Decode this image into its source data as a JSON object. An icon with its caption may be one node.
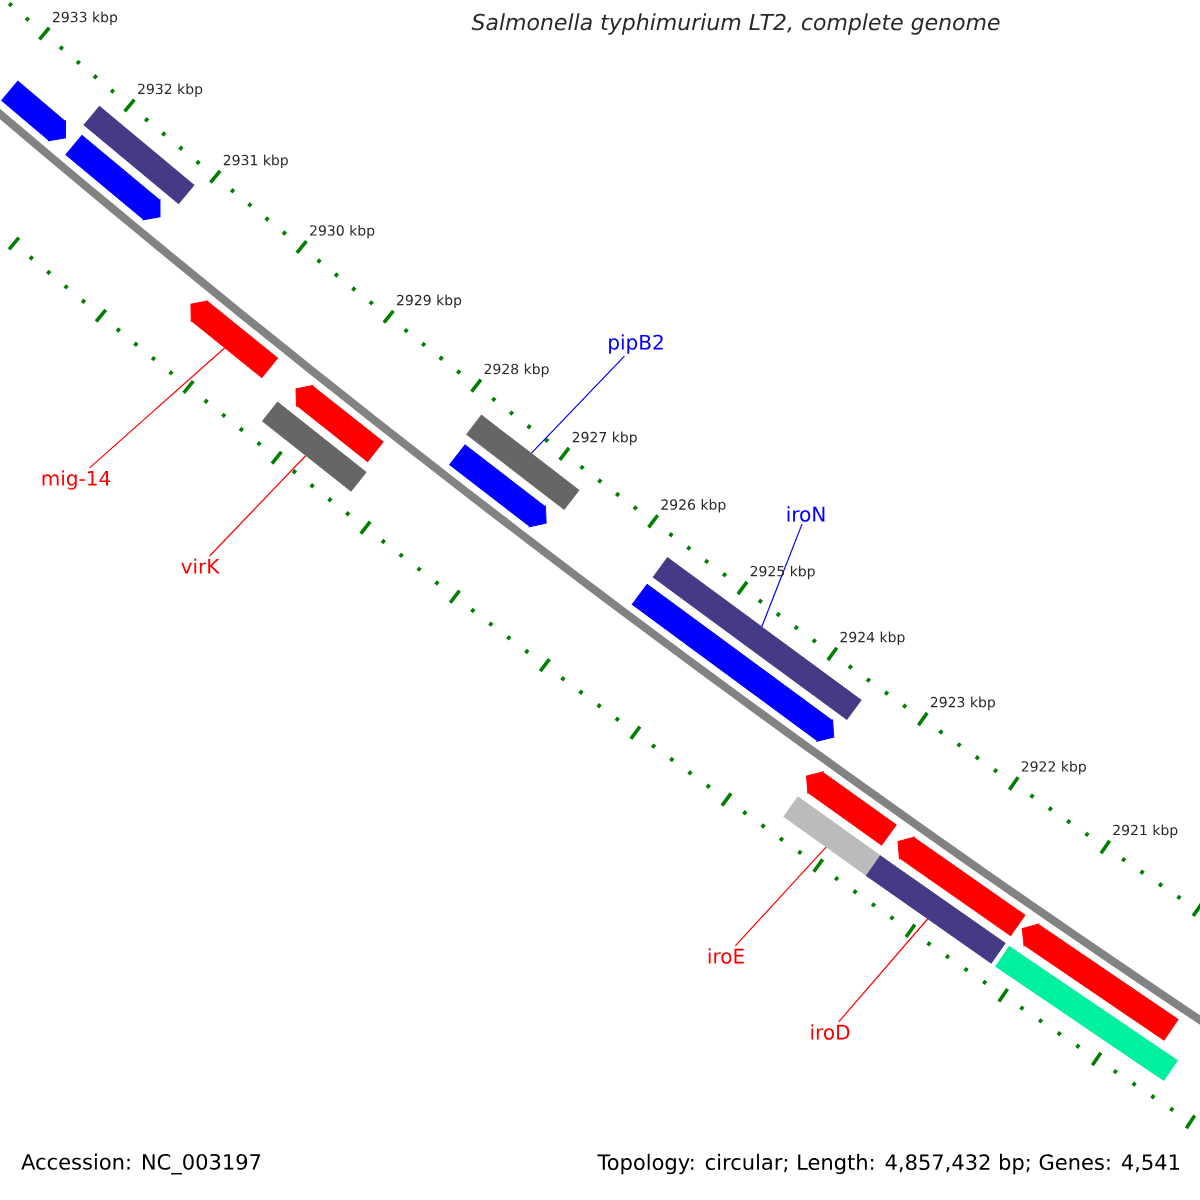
{
  "diagram": {
    "title": "Salmonella typhimurium LT2, complete genome",
    "nodes": [
      {
        "text": [],
        "shape": "arrow"
      },
      {
        "text": [],
        "shape": "bar"
      },
      {
        "text": [],
        "shape": "arrow"
      },
      {
        "text": [],
        "shape": "arrow"
      },
      {
        "text": [],
        "shape": "arrow"
      },
      {
        "text": [],
        "shape": "bar"
      },
      {
        "text": [],
        "shape": "bar"
      },
      {
        "text": [],
        "shape": "arrow"
      },
      {
        "text": [],
        "shape": "bar"
      },
      {
        "text": [],
        "shape": "arrow"
      },
      {
        "text": [],
        "shape": "arrow"
      },
      {
        "text": [],
        "shape": "bar"
      },
      {
        "text": [],
        "shape": "bar"
      },
      {
        "text": [],
        "shape": "arrow"
      },
      {
        "text": [],
        "shape": "arrow"
      },
      {
        "text": [],
        "shape": "bar"
      },
      {
        "text": [
          "pipB2"
        ]
      },
      {
        "text": [
          "mig-14"
        ]
      },
      {
        "text": [
          "virK"
        ]
      },
      {
        "text": [
          "iroN"
        ]
      },
      {
        "text": [
          "iroE"
        ]
      },
      {
        "text": [
          "iroD"
        ]
      }
    ],
    "edges": [
      {
        "from": 16,
        "to": 6,
        "arrow": "none",
        "color": "#0000ff"
      },
      {
        "from": 17,
        "to": 3,
        "arrow": "none"
      },
      {
        "from": 18,
        "to": 5,
        "arrow": "none"
      },
      {
        "from": 19,
        "to": 8,
        "arrow": "none",
        "color": "#0000ff"
      },
      {
        "from": 20,
        "to": 11,
        "arrow": "none"
      },
      {
        "from": 21,
        "to": 12,
        "arrow": "none"
      }
    ],
    "labels": [
      "2933 kbp",
      "2932 kbp",
      "2931 kbp",
      "2930 kbp",
      "2929 kbp",
      "2928 kbp",
      "2927 kbp",
      "2926 kbp",
      "2925 kbp",
      "2924 kbp",
      "2923 kbp",
      "2922 kbp",
      "2921 kbp",
      "Accession: NC_003197",
      "Topology: circular; Length: 4,857,432 bp; Genes: 4,541"
    ]
  }
}
